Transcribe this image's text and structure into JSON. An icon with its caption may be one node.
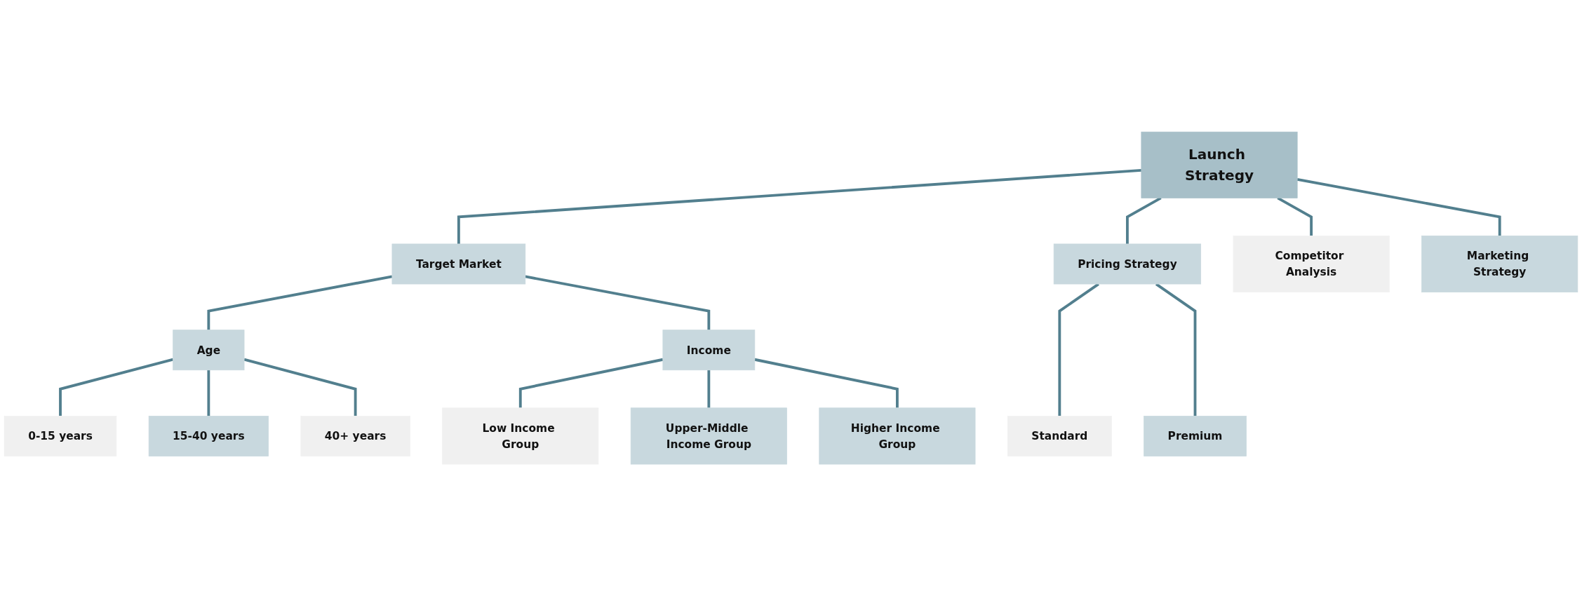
{
  "diagram": {
    "nodes": [
      {
        "text": [
          "Launch Strategy"
        ]
      },
      {
        "text": [
          "Target Market"
        ]
      },
      {
        "text": [
          "Pricing Strategy"
        ]
      },
      {
        "text": [
          "Competitor Analysis"
        ]
      },
      {
        "text": [
          "Marketing Strategy"
        ]
      },
      {
        "text": [
          "Age"
        ]
      },
      {
        "text": [
          "Income"
        ]
      },
      {
        "text": [
          "Standard"
        ]
      },
      {
        "text": [
          "Premium"
        ]
      },
      {
        "text": [
          "0-15 years"
        ]
      },
      {
        "text": [
          "15-40 years"
        ]
      },
      {
        "text": [
          "40+ years"
        ]
      },
      {
        "text": [
          "Low Income Group"
        ]
      },
      {
        "text": [
          "Upper-Middle Income Group"
        ]
      },
      {
        "text": [
          "Higher Income Group"
        ]
      }
    ],
    "edges": [
      {
        "from": 0,
        "to": 1,
        "arrow": "none"
      },
      {
        "from": 0,
        "to": 2,
        "arrow": "none"
      },
      {
        "from": 0,
        "to": 3,
        "arrow": "none"
      },
      {
        "from": 0,
        "to": 4,
        "arrow": "none"
      },
      {
        "from": 1,
        "to": 5,
        "arrow": "none"
      },
      {
        "from": 1,
        "to": 6,
        "arrow": "none"
      },
      {
        "from": 2,
        "to": 7,
        "arrow": "none"
      },
      {
        "from": 2,
        "to": 8,
        "arrow": "none"
      },
      {
        "from": 5,
        "to": 9,
        "arrow": "none"
      },
      {
        "from": 5,
        "to": 10,
        "arrow": "none"
      },
      {
        "from": 5,
        "to": 11,
        "arrow": "none"
      },
      {
        "from": 6,
        "to": 12,
        "arrow": "none"
      },
      {
        "from": 6,
        "to": 13,
        "arrow": "none"
      },
      {
        "from": 6,
        "to": 14,
        "arrow": "none"
      }
    ]
  }
}
